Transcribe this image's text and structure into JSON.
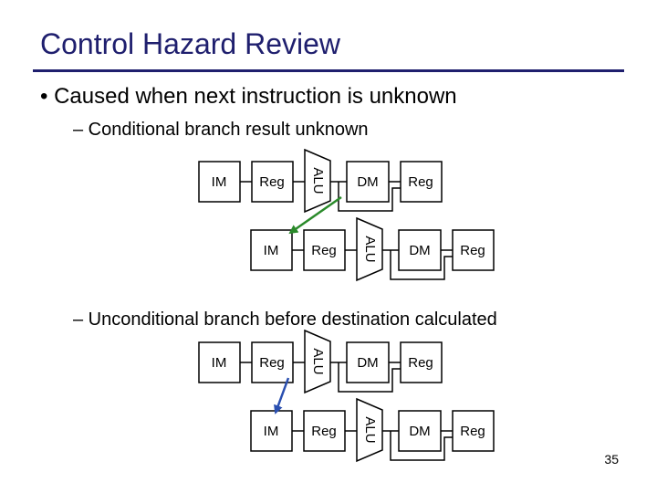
{
  "slide": {
    "title": "Control Hazard Review",
    "bullet": "• Caused when next instruction is unknown",
    "sub_items": [
      "– Conditional branch result unknown",
      "– Unconditional branch before destination calculated"
    ],
    "page_number": "35"
  },
  "stage_labels": {
    "im": "IM",
    "reg": "Reg",
    "alu": "ALU",
    "dm": "DM"
  },
  "colors": {
    "title": "#1f1f6e",
    "rule": "#1f1f6e",
    "conditional_arrow": "#2a8a2a",
    "unconditional_arrow": "#2a4fb0"
  }
}
